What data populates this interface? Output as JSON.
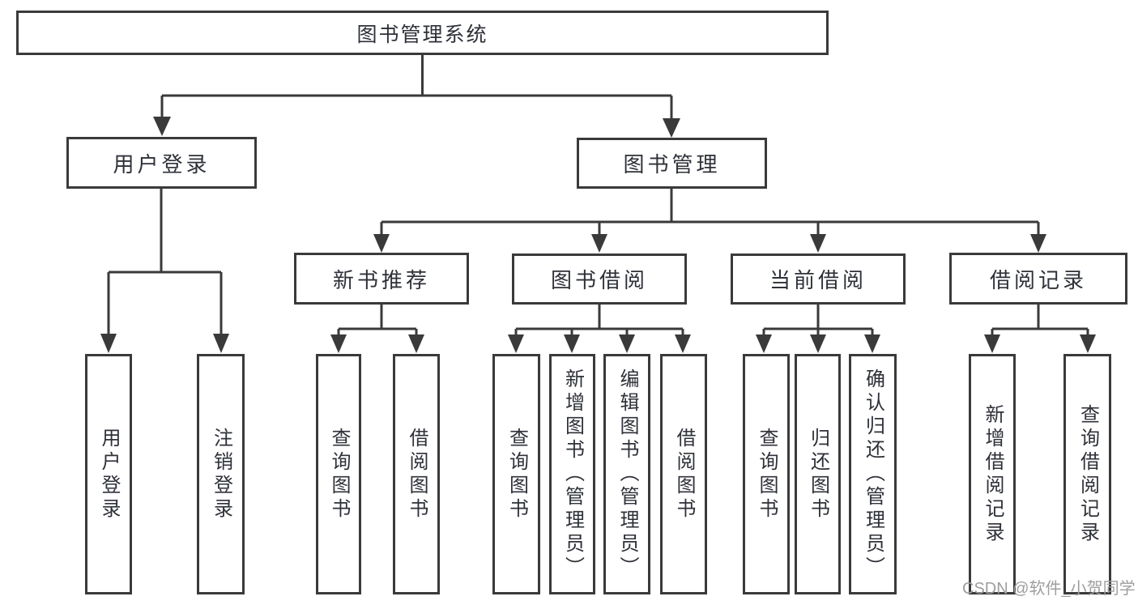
{
  "tree": {
    "label": "图书管理系统",
    "children": [
      {
        "label": "用户登录",
        "children": [
          {
            "label": "用户登录"
          },
          {
            "label": "注销登录"
          }
        ]
      },
      {
        "label": "图书管理",
        "children": [
          {
            "label": "新书推荐",
            "children": [
              {
                "label": "查询图书"
              },
              {
                "label": "借阅图书"
              }
            ]
          },
          {
            "label": "图书借阅",
            "children": [
              {
                "label": "查询图书"
              },
              {
                "label": "新增图书（管理员）"
              },
              {
                "label": "编辑图书（管理员）"
              },
              {
                "label": "借阅图书"
              }
            ]
          },
          {
            "label": "当前借阅",
            "children": [
              {
                "label": "查询图书"
              },
              {
                "label": "归还图书"
              },
              {
                "label": "确认归还（管理员）"
              }
            ]
          },
          {
            "label": "借阅记录",
            "children": [
              {
                "label": "新增借阅记录"
              },
              {
                "label": "查询借阅记录"
              }
            ]
          }
        ]
      }
    ]
  },
  "watermark": {
    "text": "CSDN @软件_小贺同学"
  },
  "colors": {
    "line": "#3a3a3a",
    "text": "#2e3138",
    "watermark": "#9e9e9e",
    "background": "#ffffff"
  }
}
